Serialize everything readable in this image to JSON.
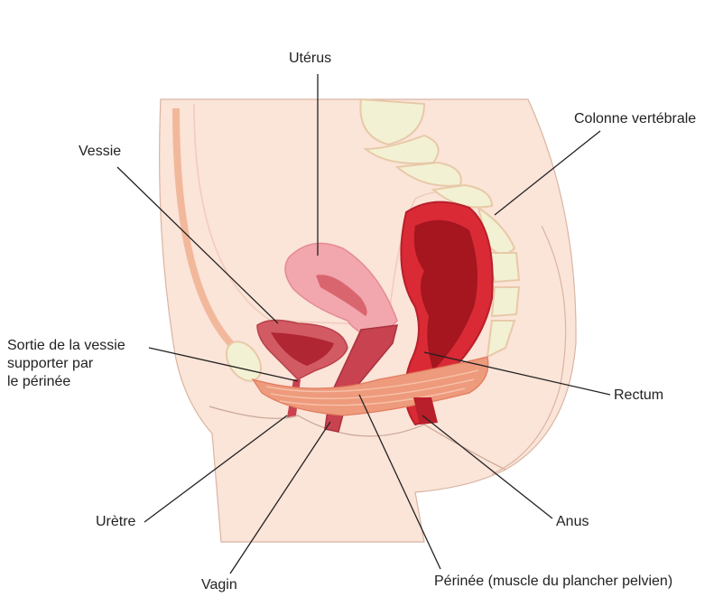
{
  "labels": {
    "uterus": "Utérus",
    "spine": "Colonne vertébrale",
    "bladder": "Vessie",
    "bladder_outlet_1": "Sortie de la vessie",
    "bladder_outlet_2": "supporter par",
    "bladder_outlet_3": "le périnée",
    "rectum": "Rectum",
    "urethra": "Urètre",
    "anus": "Anus",
    "vagina": "Vagin",
    "perineum": "Périnée (muscle du plancher pelvien)"
  },
  "colors": {
    "skin": "#fbe4d8",
    "uterus": "#f2a6ad",
    "bladder": "#c9424f",
    "rectum": "#d92a35",
    "muscle": "#ee9a7c",
    "bone": "#f3f1d4"
  }
}
